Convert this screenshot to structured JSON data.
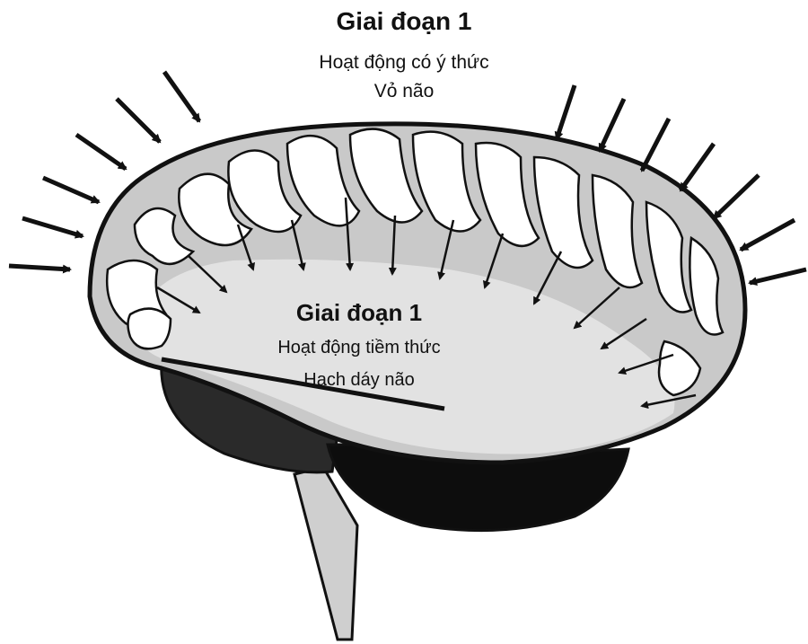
{
  "stage_top": {
    "title": "Giai đoạn 1",
    "activity": "Hoạt động có ý thức",
    "region": "Vỏ não"
  },
  "stage_inner": {
    "title": "Giai đoạn 1",
    "activity": "Hoạt động tiềm thức",
    "region": "Hạch dáy não"
  },
  "colors": {
    "outline": "#111111",
    "cortex_fill": "#c9c9c9",
    "inner_fill": "#e2e2e2",
    "brainstem_fill": "#cfcfcf",
    "cerebellum_dark": "#2a2a2a",
    "cerebellum_black": "#0d0d0d"
  }
}
